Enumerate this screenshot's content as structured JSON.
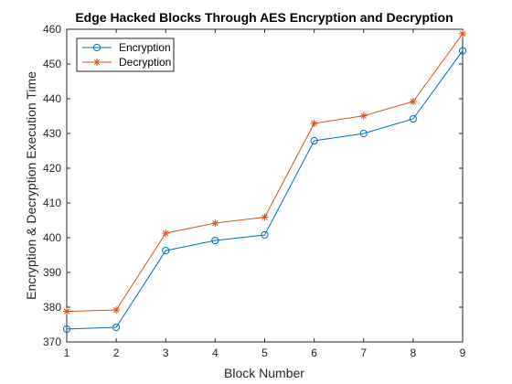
{
  "chart_data": {
    "type": "line",
    "title": "Edge Hacked Blocks Through AES Encryption and Decryption",
    "xlabel": "Block Number",
    "ylabel": "Encryption & Decryption Execution Time",
    "x": [
      1,
      2,
      3,
      4,
      5,
      6,
      7,
      8,
      9
    ],
    "xlim": [
      1,
      9
    ],
    "ylim": [
      370,
      460
    ],
    "xticks": [
      1,
      2,
      3,
      4,
      5,
      6,
      7,
      8,
      9
    ],
    "yticks": [
      370,
      380,
      390,
      400,
      410,
      420,
      430,
      440,
      450,
      460
    ],
    "grid": false,
    "legend_position": "top-left",
    "series": [
      {
        "name": "Encryption",
        "values": [
          373.7,
          374.2,
          396.3,
          399.2,
          400.8,
          427.9,
          430.0,
          434.2,
          453.8
        ],
        "color": "#0072BD",
        "marker": "circle"
      },
      {
        "name": "Decryption",
        "values": [
          378.8,
          379.2,
          401.3,
          404.2,
          405.9,
          432.9,
          435.1,
          439.2,
          458.7
        ],
        "color": "#D95319",
        "marker": "asterisk"
      }
    ]
  }
}
